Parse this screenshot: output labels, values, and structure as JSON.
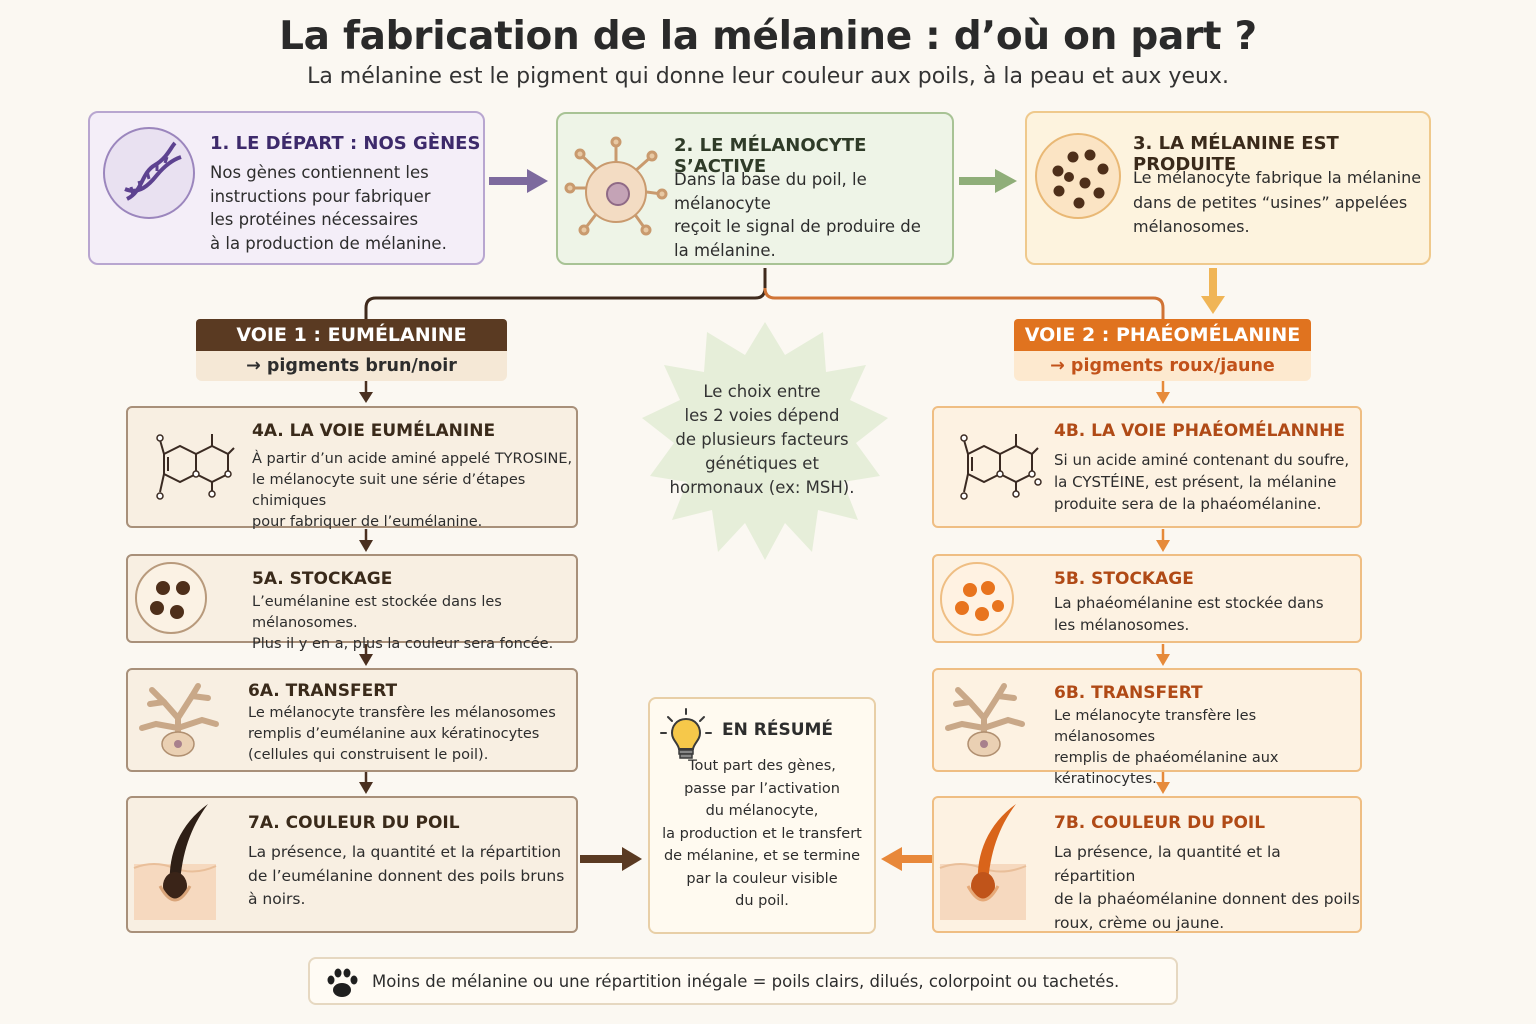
{
  "title": "La fabrication de la mélanine : d’où on part ?",
  "subtitle": "La mélanine est le pigment qui donne leur couleur aux poils, à la peau et aux yeux.",
  "top_steps": [
    {
      "title": "1. LE DÉPART : NOS GÈNES",
      "lines": [
        "Nos gènes contiennent les",
        "instructions pour fabriquer",
        "les protéines nécessaires",
        "à la production de mélanine."
      ],
      "icon": "dna-icon"
    },
    {
      "title": "2. LE MÉLANOCYTE S’ACTIVE",
      "lines": [
        "Dans la base du poil, le mélanocyte",
        "reçoit le signal de produire de",
        "la mélanine."
      ],
      "icon": "melanocyte-icon"
    },
    {
      "title": "3. LA MÉLANINE EST PRODUITE",
      "lines": [
        "Le mélanocyte fabrique la mélanine",
        "dans de petites “usines” appelées",
        "mélanosomes."
      ],
      "icon": "melanosome-icon"
    }
  ],
  "voie1": {
    "title": "VOIE 1 : EUMÉLANINE",
    "sub": "→ pigments brun/noir"
  },
  "voie2": {
    "title": "VOIE 2 : PHAÉOMÉLANINE",
    "sub": "→ pigments roux/jaune"
  },
  "choice_text": [
    "Le choix entre",
    "les 2 voies dépend",
    "de plusieurs facteurs",
    "génétiques et",
    "hormonaux (ex: MSH)."
  ],
  "left_steps": [
    {
      "title": "4A. LA VOIE EUMÉLANINE",
      "lines": [
        "À partir d’un acide aminé appelé TYROSINE,",
        "le mélanocyte suit une série d’étapes chimiques",
        "pour fabriquer de l’eumélanine."
      ],
      "icon": "molecule-icon"
    },
    {
      "title": "5A. STOCKAGE",
      "lines": [
        "L’eumélanine est stockée dans les mélanosomes.",
        "Plus il y en a, plus la couleur sera foncée."
      ],
      "icon": "storage-icon"
    },
    {
      "title": "6A. TRANSFERT",
      "lines": [
        "Le mélanocyte transfère les mélanosomes",
        "remplis d’eumélanine aux kératinocytes",
        "(cellules qui construisent le poil)."
      ],
      "icon": "dendrite-cell-icon"
    },
    {
      "title": "7A. COULEUR DU POIL",
      "lines": [
        "La présence, la quantité et la répartition",
        "de l’eumélanine donnent des poils bruns",
        "à noirs."
      ],
      "icon": "hair-follicle-icon"
    }
  ],
  "right_steps": [
    {
      "title": "4B. LA VOIE PHAÉOMÉLANNHE",
      "lines": [
        "Si un acide aminé contenant du soufre,",
        "la CYSTÉINE, est présent, la mélanine",
        "produite sera de la phaéomélanine."
      ],
      "icon": "molecule-icon"
    },
    {
      "title": "5B. STOCKAGE",
      "lines": [
        "La phaéomélanine est stockée dans",
        "les mélanosomes."
      ],
      "icon": "storage-icon"
    },
    {
      "title": "6B. TRANSFERT",
      "lines": [
        "Le mélanocyte transfère les mélanosomes",
        "remplis de phaéomélanine aux kératinocytes."
      ],
      "icon": "dendrite-cell-icon"
    },
    {
      "title": "7B. COULEUR DU POIL",
      "lines": [
        "La présence, la quantité et la répartition",
        "de la phaéomélanine donnent des poils",
        "roux, crème ou jaune."
      ],
      "icon": "hair-follicle-icon"
    }
  ],
  "resume": {
    "title": "EN RÉSUMÉ",
    "lines": [
      "Tout part des gènes,",
      "passe par l’activation",
      "du mélanocyte,",
      "la production et le transfert",
      "de mélanine, et se termine",
      "par la couleur visible",
      "du poil."
    ],
    "icon": "lightbulb-icon"
  },
  "footer": {
    "text": "Moins de mélanine ou une répartition inégale = poils clairs, dilués, colorpoint ou tachetés.",
    "icon": "paw-icon"
  },
  "colors": {
    "purple": "#3d2a6b",
    "green": "#2f3b28",
    "brown": "#5a3a22",
    "orange": "#c2521a",
    "orange_head": "#e0731f"
  }
}
